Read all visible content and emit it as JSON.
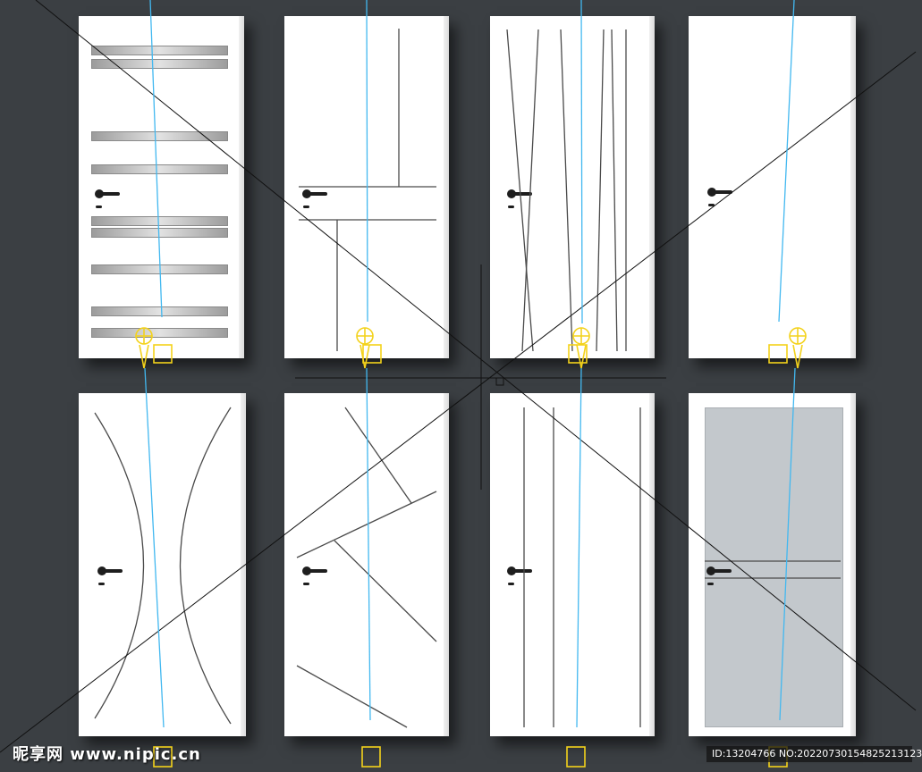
{
  "scene": {
    "background": "#3b3f43",
    "door_color": "#ffffff",
    "line_color": "#1b1b1b",
    "camera_ray_color": "#42b8f0",
    "gizmo_color": "#f3d21b",
    "door_count": 8,
    "doors": [
      {
        "style": "glass-strips",
        "handle": true,
        "gizmo": "camera-target"
      },
      {
        "style": "grid-grooves",
        "handle": true,
        "gizmo": "camera-target"
      },
      {
        "style": "diagonal-grooves",
        "handle": true,
        "gizmo": "camera-target"
      },
      {
        "style": "plain",
        "handle": true,
        "gizmo": "camera-target"
      },
      {
        "style": "curved-arcs",
        "handle": true,
        "gizmo": "camera-box"
      },
      {
        "style": "angled-lines",
        "handle": true,
        "gizmo": "camera-box"
      },
      {
        "style": "vertical-lines",
        "handle": true,
        "gizmo": "camera-box"
      },
      {
        "style": "grey-panel-double-line",
        "panel_color": "#c3c8cc",
        "handle": true,
        "gizmo": "camera-box"
      }
    ],
    "icons": [
      "camera-target-icon",
      "camera-box-icon",
      "door-handle-icon",
      "origin-axis-icon"
    ]
  },
  "watermark": {
    "logo_text": "昵享网 www.nipic.cn",
    "id_text": "ID:13204766 NO:20220730154825213123"
  }
}
